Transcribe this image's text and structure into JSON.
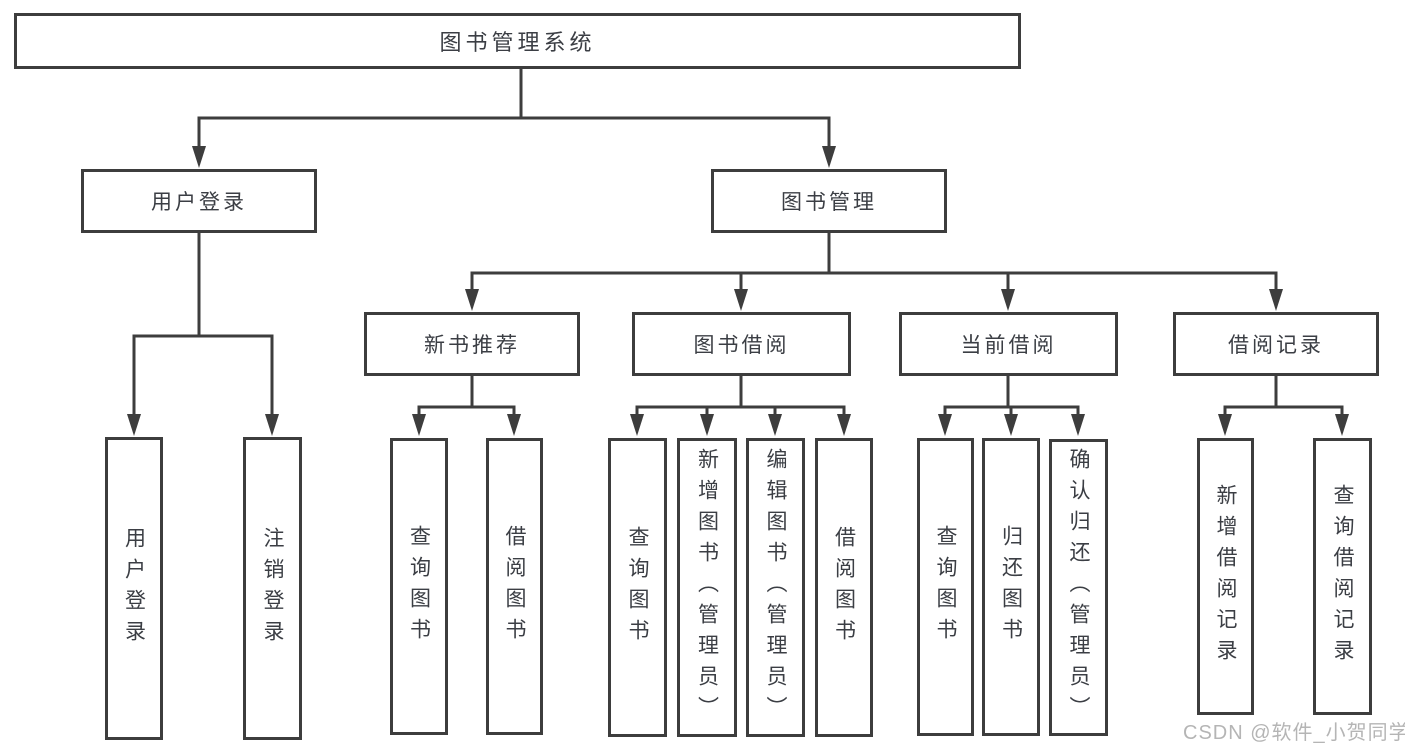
{
  "colors": {
    "background": "#ffffff",
    "line": "#3d3d3d",
    "text": "#3b3e44",
    "watermark": "#b5b5b5"
  },
  "watermark": {
    "text": "CSDN @软件_小贺同学"
  },
  "tree": {
    "root": {
      "label": "图书管理系统"
    },
    "branches": [
      {
        "label": "用户登录",
        "children": [
          {
            "label": "用户登录"
          },
          {
            "label": "注销登录"
          }
        ]
      },
      {
        "label": "图书管理",
        "children": [
          {
            "label": "新书推荐",
            "children": [
              {
                "label": "查询图书"
              },
              {
                "label": "借阅图书"
              }
            ]
          },
          {
            "label": "图书借阅",
            "children": [
              {
                "label": "查询图书"
              },
              {
                "label": "新增图书（管理员）"
              },
              {
                "label": "编辑图书（管理员）"
              },
              {
                "label": "借阅图书"
              }
            ]
          },
          {
            "label": "当前借阅",
            "children": [
              {
                "label": "查询图书"
              },
              {
                "label": "归还图书"
              },
              {
                "label": "确认归还（管理员）"
              }
            ]
          },
          {
            "label": "借阅记录",
            "children": [
              {
                "label": "新增借阅记录"
              },
              {
                "label": "查询借阅记录"
              }
            ]
          }
        ]
      }
    ]
  }
}
